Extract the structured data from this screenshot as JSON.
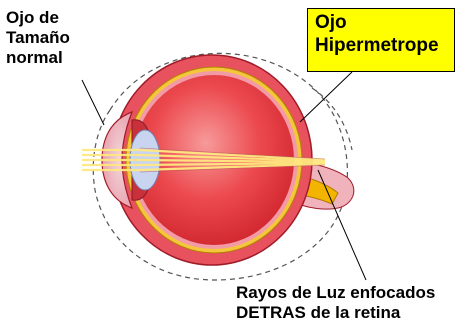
{
  "labels": {
    "normal_eye": "Ojo de\nTamaño\nnormal",
    "hyperopic_eye": "Ojo\nHipermetrope",
    "rays": "Rayos de Luz enfocados\nDETRAS de la retina"
  },
  "colors": {
    "sclera": "#e8525f",
    "sclera_outline": "#a01c28",
    "eye_interior": "#e8383e",
    "eye_interior_light": "#f48a8a",
    "choroid_band": "#f5c63c",
    "retina_pink": "#f29aa6",
    "lens": "#c9d4f0",
    "light_rays": "#ffe880",
    "optic_nerve": "#f3b400",
    "callout_box": "#ffff00"
  }
}
